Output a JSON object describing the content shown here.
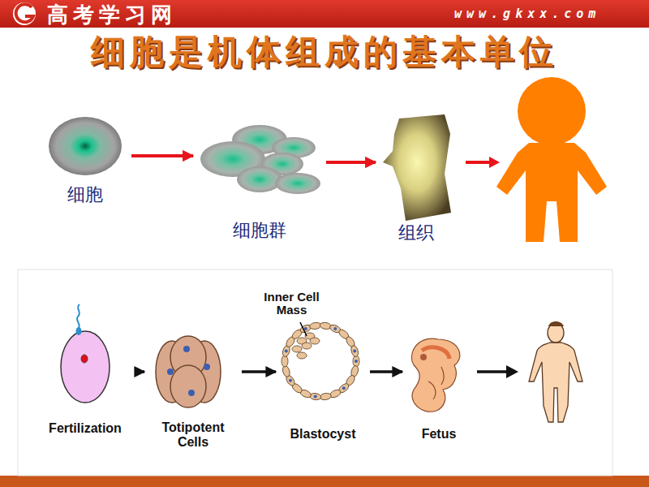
{
  "diagram": {
    "title": "细胞是机体组成的基本单位",
    "nodes": [
      {
        "text": [
          "细胞"
        ]
      },
      {
        "text": [
          "细胞群"
        ]
      },
      {
        "text": [
          "组织"
        ]
      },
      {
        "text": [
          "Fertilization"
        ]
      },
      {
        "text": [
          "Totipotent Cells"
        ]
      },
      {
        "text": [
          "Blastocyst"
        ]
      },
      {
        "text": [
          "Fetus"
        ]
      }
    ],
    "edges": [
      {
        "from": 0,
        "to": 1,
        "arrow": "to"
      },
      {
        "from": 1,
        "to": 2,
        "arrow": "to"
      },
      {
        "from": 3,
        "to": 4,
        "arrow": "to"
      },
      {
        "from": 4,
        "to": 5,
        "arrow": "to"
      },
      {
        "from": 5,
        "to": 6,
        "arrow": "to"
      }
    ],
    "labels": [
      "高考学习网",
      "www.gkxx.com",
      "Inner Cell Mass"
    ]
  }
}
